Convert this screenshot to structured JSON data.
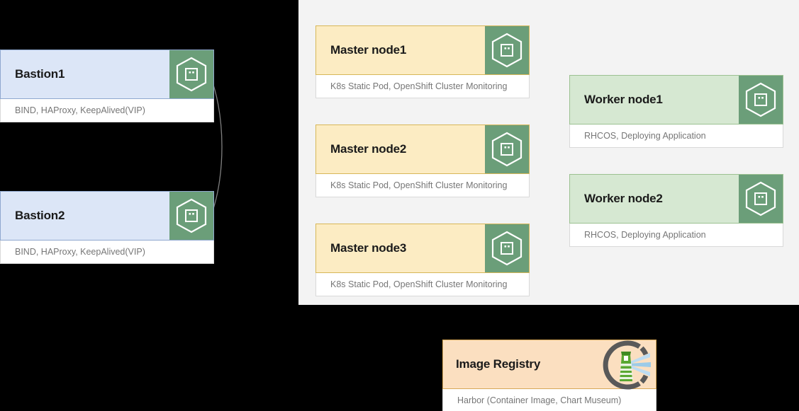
{
  "diagram": {
    "background_color": "#000000",
    "panel_color": "#f3f3f3",
    "cards": {
      "bastion1": {
        "title": "Bastion1",
        "subtitle": "BIND, HAProxy, KeepAlived(VIP)",
        "icon": "hexagon-server-icon",
        "accent_color": "#dce6f7"
      },
      "bastion2": {
        "title": "Bastion2",
        "subtitle": "BIND, HAProxy, KeepAlived(VIP)",
        "icon": "hexagon-server-icon",
        "accent_color": "#dce6f7"
      },
      "master1": {
        "title": "Master node1",
        "subtitle": "K8s Static Pod, OpenShift Cluster Monitoring",
        "icon": "hexagon-server-icon",
        "accent_color": "#fcecc3"
      },
      "master2": {
        "title": "Master node2",
        "subtitle": "K8s Static Pod, OpenShift Cluster Monitoring",
        "icon": "hexagon-server-icon",
        "accent_color": "#fcecc3"
      },
      "master3": {
        "title": "Master node3",
        "subtitle": "K8s Static Pod, OpenShift Cluster Monitoring",
        "icon": "hexagon-server-icon",
        "accent_color": "#fcecc3"
      },
      "worker1": {
        "title": "Worker node1",
        "subtitle": "RHCOS, Deploying Application",
        "icon": "hexagon-server-icon",
        "accent_color": "#d6e8d2"
      },
      "worker2": {
        "title": "Worker node2",
        "subtitle": "RHCOS, Deploying Application",
        "icon": "hexagon-server-icon",
        "accent_color": "#d6e8d2"
      },
      "registry": {
        "title": "Image Registry",
        "subtitle": "Harbor (Container Image, Chart Museum)",
        "icon": "harbor-lighthouse-logo",
        "accent_color": "#fbdfc0"
      }
    },
    "connector": {
      "name": "bastion-ha-arc",
      "color": "#7f7f7f"
    }
  }
}
